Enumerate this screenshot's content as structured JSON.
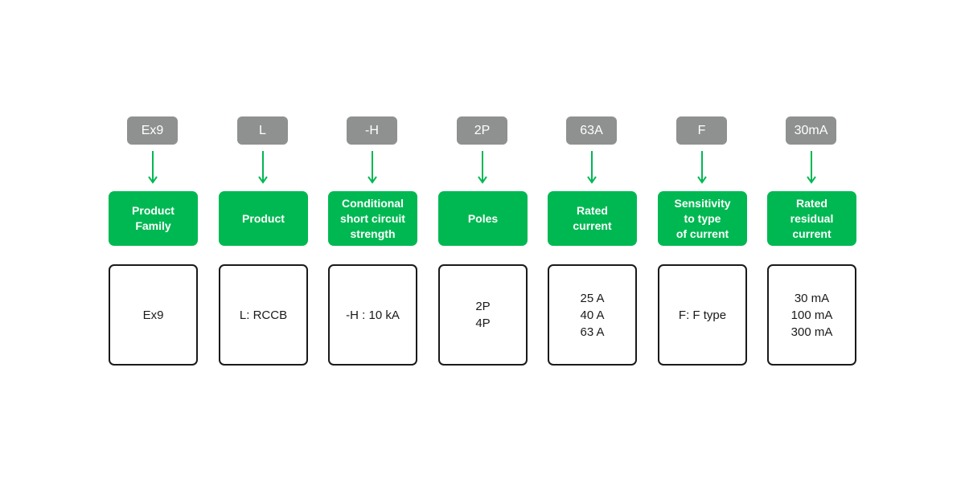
{
  "columns": [
    {
      "code": "Ex9",
      "label": "Product\nFamily",
      "value": "Ex9"
    },
    {
      "code": "L",
      "label": "Product",
      "value": "L: RCCB"
    },
    {
      "code": "-H",
      "label": "Conditional\nshort circuit\nstrength",
      "value": "-H : 10 kA"
    },
    {
      "code": "2P",
      "label": "Poles",
      "value": "2P\n4P"
    },
    {
      "code": "63A",
      "label": "Rated\ncurrent",
      "value": "25 A\n40 A\n63 A"
    },
    {
      "code": "F",
      "label": "Sensitivity\nto type\nof current",
      "value": "F: F type"
    },
    {
      "code": "30mA",
      "label": "Rated\nresidual\ncurrent",
      "value": "30 mA\n100 mA\n300 mA"
    }
  ],
  "colors": {
    "code_bg": "#8f9191",
    "label_bg": "#00b852",
    "arrow": "#00b852",
    "value_border": "#1a1a1a"
  }
}
